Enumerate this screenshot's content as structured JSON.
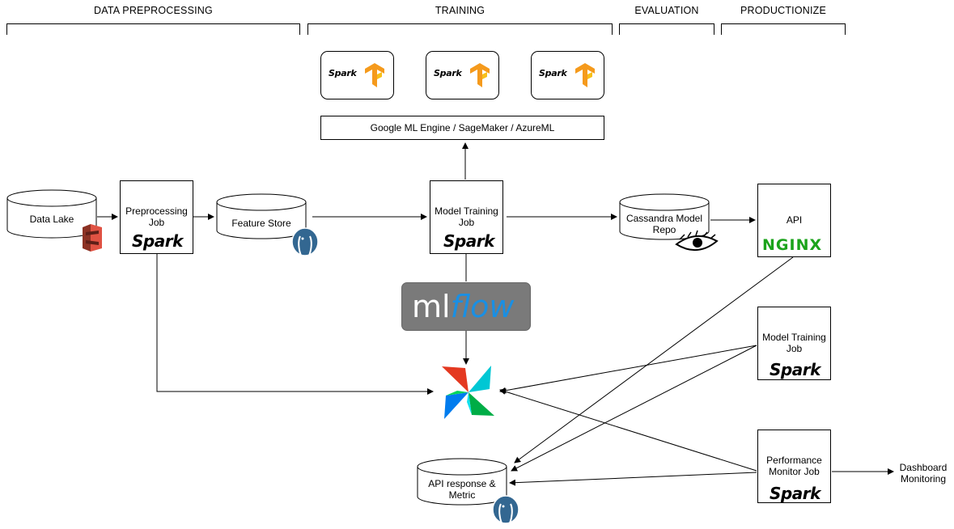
{
  "phases": {
    "data_preprocessing": "DATA PREPROCESSING",
    "training": "TRAINING",
    "evaluation": "EVALUATION",
    "productionize": "PRODUCTIONIZE"
  },
  "nodes": {
    "data_lake": "Data Lake",
    "preprocessing_job": "Preprocessing Job",
    "feature_store": "Feature Store",
    "cloud_engines": "Google ML Engine / SageMaker / AzureML",
    "model_training_job": "Model Training Job",
    "cassandra_repo": "Cassandra Model Repo",
    "api": "API",
    "model_training_job_2": "Model Training Job",
    "performance_monitor": "Performance Monitor Job",
    "api_response_metric": "API response & Metric",
    "dashboard_monitoring": "Dashboard Monitoring"
  },
  "logos": {
    "spark": "Spark",
    "nginx": "NGINX",
    "mlflow_ml": "ml",
    "mlflow_flow": "flow"
  },
  "icons": [
    "aws-s3-icon",
    "postgresql-icon",
    "tensorflow-icon",
    "cassandra-eye-icon",
    "airflow-pinwheel-icon"
  ],
  "colors": {
    "s3_red": "#d0453a",
    "postgres_blue": "#336791",
    "tensorflow_orange": "#f59a1c",
    "nginx_green": "#1ba31b",
    "mlflow_bg": "#7a7a7a",
    "mlflow_blue": "#1a8fe3"
  }
}
